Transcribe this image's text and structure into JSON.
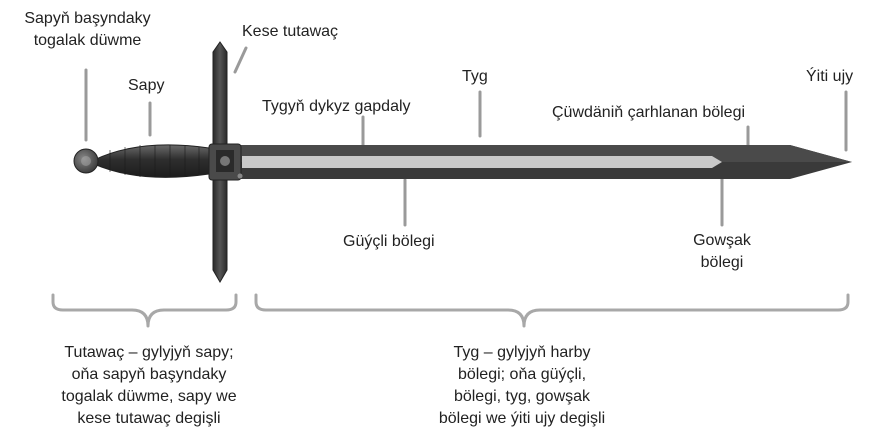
{
  "labels": {
    "pommel": [
      "Sapyň başyndaky",
      "togalak düwme"
    ],
    "grip": "Sapy",
    "crossguard": "Kese tutawaç",
    "blade": "Tyg",
    "fuller": "Tygyň dykyz gapdaly",
    "ricasso": "Çüwdäniň çarhlanan bölegi",
    "tip": "Ýiti ujy",
    "forte": "Güýçli bölegi",
    "foible": [
      "Gowşak",
      "bölegi"
    ]
  },
  "groups": {
    "hilt": [
      "Tutawaç – gylyjyň sapy;",
      "oňa sapyň başyndaky",
      "togalak düwme, sapy we",
      "kese tutawaç degişli"
    ],
    "blade": [
      "Tyg – gylyjyň harby",
      "bölegi; oňa güýçli,",
      "bölegi, tyg, gowşak",
      "bölegi we ýiti ujy degişli"
    ]
  },
  "colors": {
    "blade_dark": "#3a3a3a",
    "fuller": "#c9c9c9",
    "line": "#9a9a9a",
    "text": "#222222"
  }
}
